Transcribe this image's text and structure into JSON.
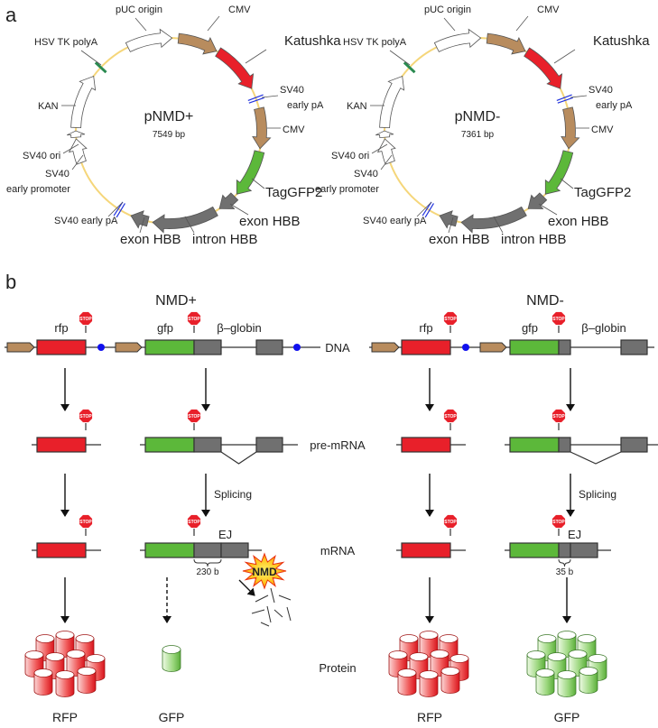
{
  "panel_a": {
    "label": "a",
    "plasmids": [
      {
        "name": "pNMD+",
        "size": "7549 bp",
        "features": [
          [
            "pUC origin"
          ],
          [
            "CMV"
          ],
          [
            "Katushka"
          ],
          [
            "SV40",
            "early pA"
          ],
          [
            "CMV"
          ],
          [
            "TagGFP2"
          ],
          [
            "exon HBB"
          ],
          [
            "intron HBB"
          ],
          [
            "exon HBB"
          ],
          [
            "SV40 early pA"
          ],
          [
            "SV40 ori"
          ],
          [
            "SV40",
            "early promoter"
          ],
          [
            "KAN"
          ],
          [
            "HSV TK polyA"
          ]
        ]
      },
      {
        "name": "pNMD-",
        "size": "7361 bp",
        "features": [
          [
            "pUC origin"
          ],
          [
            "CMV"
          ],
          [
            "Katushka"
          ],
          [
            "SV40",
            "early pA"
          ],
          [
            "CMV"
          ],
          [
            "TagGFP2"
          ],
          [
            "exon HBB"
          ],
          [
            "intron HBB"
          ],
          [
            "exon HBB"
          ],
          [
            "SV40 early pA"
          ],
          [
            "SV40 ori"
          ],
          [
            "SV40",
            "early promoter"
          ],
          [
            "KAN"
          ],
          [
            "HSV TK polyA"
          ]
        ]
      }
    ]
  },
  "panel_b": {
    "label": "b",
    "stop": "STOP",
    "rows": [
      "DNA",
      "pre-mRNA",
      "mRNA",
      "Protein"
    ],
    "panels": [
      {
        "title": "NMD+",
        "genes": [
          "rfp",
          "gfp",
          "β–globin"
        ],
        "splicing": "Splicing",
        "ej": "EJ",
        "distance": "230 b",
        "nmd": "NMD",
        "proteins": [
          "RFP",
          "GFP"
        ]
      },
      {
        "title": "NMD-",
        "genes": [
          "rfp",
          "gfp",
          "β–globin"
        ],
        "splicing": "Splicing",
        "ej": "EJ",
        "distance": "35 b",
        "proteins": [
          "RFP",
          "GFP"
        ]
      }
    ]
  },
  "colors": {
    "promoter": "#b88c5e",
    "rfp": "#e8202a",
    "gfp": "#5cb83a",
    "hbb": "#707070",
    "backbone": "#f5d67a",
    "polyA": "#2233dd",
    "hsv": "#2a8a50",
    "terminator": "#1a2be0"
  }
}
